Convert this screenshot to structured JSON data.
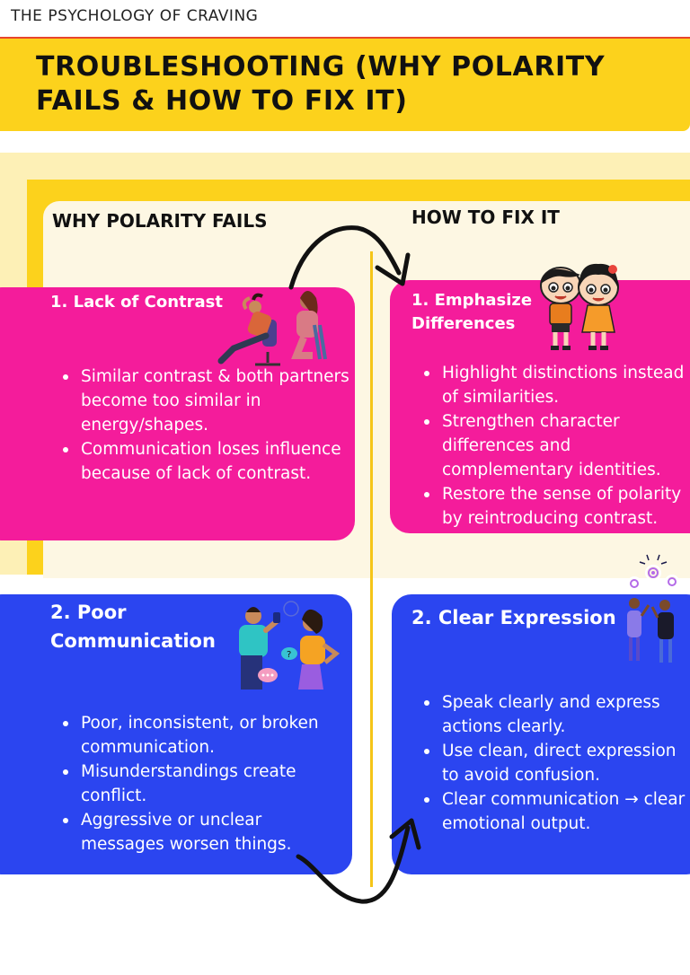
{
  "header": {
    "top_label": "THE PSYCHOLOGY OF CRAVING",
    "title": "TROUBLESHOOTING (WHY POLARITY FAILS & HOW TO FIX IT)"
  },
  "columns": {
    "left_heading": "WHY POLARITY FAILS",
    "right_heading": "HOW TO FIX IT"
  },
  "cards": {
    "lack_of_contrast": {
      "title": "1. Lack of Contrast",
      "bullets": [
        "Similar contrast & both partners become too similar in energy/shapes.",
        "Communication loses influence because of lack of contrast."
      ]
    },
    "emphasize_differences": {
      "title_line1": "1. Emphasize",
      "title_line2": "Differences",
      "bullets": [
        "Highlight distinctions instead of similarities.",
        "Strengthen character differences and complementary identities.",
        "Restore the sense of polarity by reintroducing contrast."
      ]
    },
    "poor_communication": {
      "title_line1": "2. Poor",
      "title_line2": "Communication",
      "bullets": [
        "Poor, inconsistent, or broken communication.",
        "Misunderstandings create conflict.",
        "Aggressive or unclear messages worsen things."
      ]
    },
    "clear_expression": {
      "title": "2. Clear Expression",
      "bullets": [
        "Speak clearly and express actions clearly.",
        "Use clean, direct expression to avoid confusion.",
        "Clear communication → clear emotional output."
      ]
    }
  },
  "colors": {
    "yellow": "#fcd21c",
    "pink": "#f41c9b",
    "blue": "#2b45f0",
    "cream": "#fdf7e3"
  },
  "icons": [
    "curved-arrow-icon",
    "relaxed-couple-illustration",
    "two-kids-illustration",
    "arguing-couple-illustration",
    "target-signal-people-illustration"
  ]
}
